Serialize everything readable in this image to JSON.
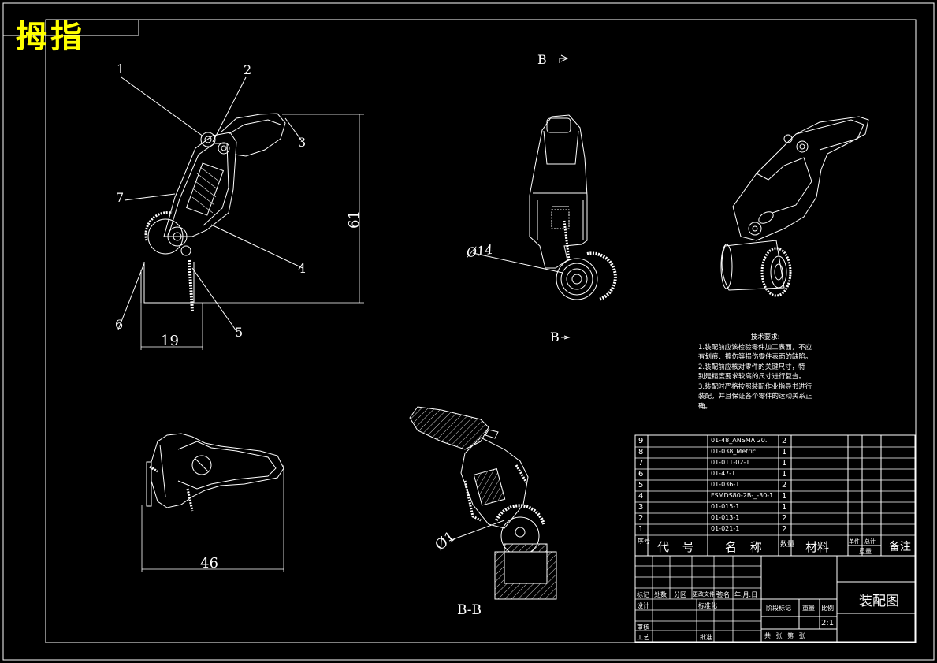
{
  "drawing_title": "拇指",
  "section_labels": {
    "b_top": "B",
    "b_bottom": "B",
    "section_view": "B-B"
  },
  "balloons": [
    "1",
    "2",
    "3",
    "4",
    "5",
    "6",
    "7"
  ],
  "dimensions": {
    "height": "61",
    "width_front": "19",
    "width_bottom": "46",
    "dia_wheel": "Ø14",
    "dia_pin": "Ø1"
  },
  "tech_requirements": {
    "heading": "技术要求:",
    "lines": [
      "1.装配前应该检验零件加工表面，不应",
      "有划痕、擦伤等损伤零件表面的缺陷。",
      "2.装配前应核对零件的关键尺寸，特",
      "别是精度要求较高的尺寸进行复查。",
      "3.装配时严格按照装配作业指导书进行",
      "装配，并且保证各个零件的运动关系正",
      "确。"
    ]
  },
  "bom": {
    "rows": [
      {
        "no": "9",
        "code": "01-48_ANSMA 20.",
        "qty": "2"
      },
      {
        "no": "8",
        "code": "01-038_Metric",
        "qty": "1"
      },
      {
        "no": "7",
        "code": "01-011-02-1",
        "qty": "1"
      },
      {
        "no": "6",
        "code": "01-47-1",
        "qty": "1"
      },
      {
        "no": "5",
        "code": "01-036-1",
        "qty": "2"
      },
      {
        "no": "4",
        "code": "FSMDS80-2B-_-30-1",
        "qty": "1"
      },
      {
        "no": "3",
        "code": "01-015-1",
        "qty": "1"
      },
      {
        "no": "2",
        "code": "01-013-1",
        "qty": "2"
      },
      {
        "no": "1",
        "code": "01-021-1",
        "qty": "2"
      }
    ],
    "header": {
      "no": "序号",
      "code": "代 号",
      "name": "名 称",
      "qty": "数量",
      "material": "材料",
      "unit_weight": "单件",
      "total_weight": "总计",
      "weight": "重量",
      "remark": "备注"
    }
  },
  "title_block": {
    "rev_headers": [
      "标记",
      "处数",
      "分区",
      "更改文件号",
      "签名",
      "年.月.日"
    ],
    "design": "设计",
    "standardize": "标准化",
    "check": "审核",
    "process": "工艺",
    "approve": "批准",
    "stage_mark": "阶段标记",
    "weight": "重量",
    "scale": "比例",
    "scale_value": "2:1",
    "sheets": "共   张   第   张",
    "drawing_name": "装配图"
  },
  "colors": {
    "line": "#ffffff",
    "title": "#ffff00",
    "background": "#000000"
  }
}
